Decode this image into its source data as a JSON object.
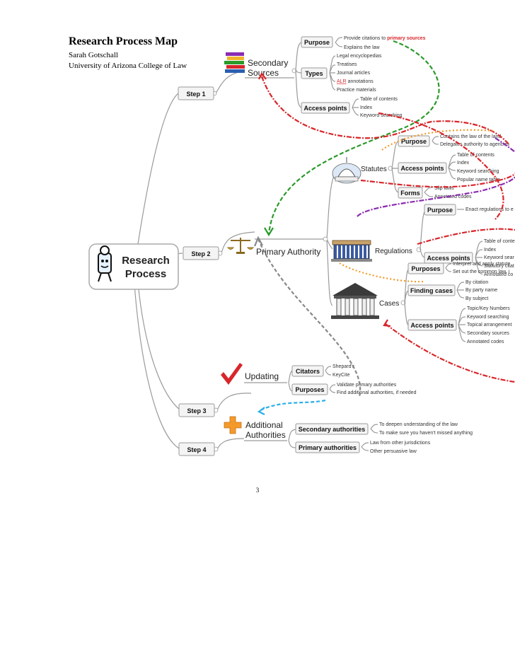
{
  "header": {
    "title": "Research Process Map",
    "author": "Sarah Gotschall",
    "institution": "University of Arizona College of Law"
  },
  "page_number": "3",
  "central": {
    "line1": "Research",
    "line2": "Process"
  },
  "steps": {
    "s1": "Step 1",
    "s2": "Step 2",
    "s3": "Step 3",
    "s4": "Step 4"
  },
  "secondary": {
    "title_1": "Secondary",
    "title_2": "Sources",
    "purpose": "Purpose",
    "purpose_1a": "Provide citations to ",
    "purpose_1b": "primary sources",
    "purpose_2": "Explains the law",
    "types": "Types",
    "types_items": [
      "Legal encyclopedias",
      "Treatises",
      "Journal articles"
    ],
    "alr": "ALR",
    "alr_rest": " annotations",
    "types_last": "Practice materials",
    "access": "Access points",
    "access_items": [
      "Table of contents",
      "Index",
      "Keyword searching"
    ]
  },
  "primary": {
    "title": "Primary Authority",
    "statutes": {
      "title": "Statutes",
      "purpose": "Purpose",
      "purpose_items": [
        "Contains the law of the land",
        "Delegates authority to agencies"
      ],
      "access": "Access points",
      "access_items": [
        "Table of contents",
        "Index",
        "Keyword searching",
        "Popular name table"
      ],
      "forms": "Forms",
      "forms_items": [
        "Slip laws",
        "Annotated codes"
      ]
    },
    "regulations": {
      "title": "Regulations",
      "purpose": "Purpose",
      "purpose_item": "Enact regulations to e",
      "access": "Access points",
      "access_items": [
        "Table of conte",
        "Index",
        "Keyword sear",
        "Statutory citat",
        "Annotated co"
      ]
    },
    "cases": {
      "title": "Cases",
      "purposes": "Purposes",
      "purposes_items": [
        "Interpret and apply statute",
        "Set out the common law, i"
      ],
      "finding": "Finding cases",
      "finding_items": [
        "By citation",
        "By party name",
        "By subject"
      ],
      "access": "Access points",
      "access_items": [
        "Topic/Key Numbers",
        "Keyword searching",
        "Topical arrangement",
        "Secondary sources",
        "Annotated codes"
      ]
    }
  },
  "updating": {
    "title": "Updating",
    "citators": "Citators",
    "citators_items": [
      "Shepard's",
      "KeyCite"
    ],
    "purposes": "Purposes",
    "purposes_items": [
      "Validate primary authorities",
      "Find additional authorities, if needed"
    ]
  },
  "additional": {
    "title_1": "Additional",
    "title_2": "Authorities",
    "secondary": "Secondary authorities",
    "secondary_items": [
      "To deepen understanding of the law",
      "To make sure you haven't missed anything"
    ],
    "primary": "Primary authorities",
    "primary_items": [
      "Law from other jurisdictions",
      "Other persuasive law"
    ]
  },
  "colors": {
    "green": "#2a9a2a",
    "red": "#d8262b",
    "orange": "#f39a2a",
    "purple": "#8a2bb0",
    "gray": "#888888",
    "cyan": "#2ab0e8"
  }
}
